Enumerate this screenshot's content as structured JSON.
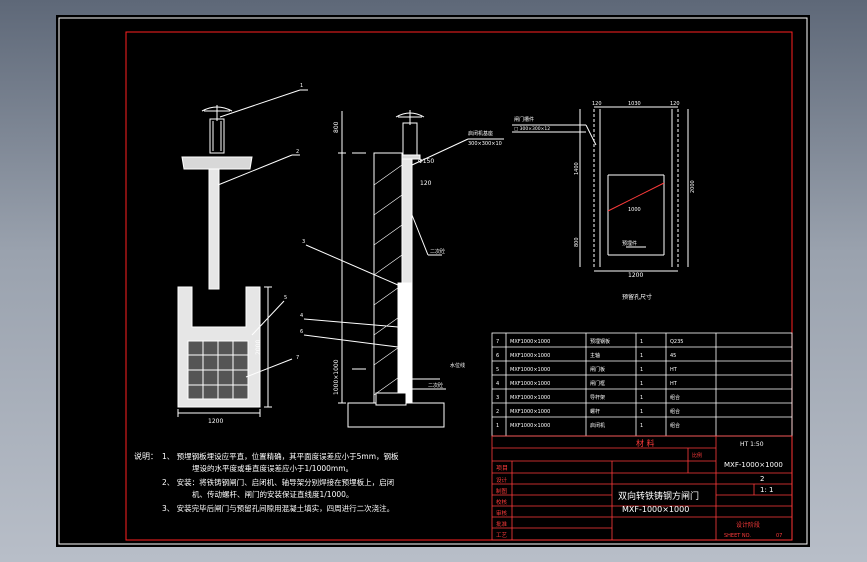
{
  "drawing": {
    "leader_labels": [
      "1",
      "2",
      "3",
      "4",
      "5",
      "6",
      "7"
    ],
    "left_view": {
      "width_dim": "1200",
      "height_dim": "2000"
    },
    "section_view": {
      "top_dim": "800",
      "dia_label": "Φ150",
      "dim_120": "120",
      "annot_top": "启闭机基座",
      "annot_top2": "300×300×10",
      "annot_mid": "二次砼",
      "annot_water": "水位线",
      "annot_bottom": "二次砼",
      "vertical_dim": "1000×1000"
    },
    "right_view": {
      "dims_top": [
        "120",
        "1030",
        "120"
      ],
      "dims_side": [
        "1400",
        "800",
        "2000"
      ],
      "dim_bottom": "1200",
      "dim_inner": "1000",
      "annot_1": "闸门槽件",
      "annot_1b": "□ 300×300×12",
      "annot_2": "预埋件",
      "caption": "预留孔尺寸"
    },
    "notes": {
      "prefix": "说明：",
      "lines": [
        "1、 预埋钢板埋设应平直，位置精确，其平面度误差应小于5mm，钢板",
        "埋设的水平度或垂直度误差应小于1/1000mm。",
        "2、 安装：将铁铸钢闸门、启闭机、轴导架分别焊接在预埋板上，启闭",
        "机、传动螺杆、闸门的安装保证直线度1/1000。",
        "3、 安装完毕后闸门与预留孔间隙用混凝土填实，四周进行二次浇注。"
      ]
    },
    "title_block": {
      "materials_header": "材 料",
      "ratio_label": "比例",
      "scale_text": "HT 1:50",
      "model": "MXF-1000×1000",
      "name_line1": "双向转铁铸钢方闸门",
      "name_line2": "MXF-1000×1000",
      "qty": "2",
      "scale": "1: 1",
      "project_label": "项目",
      "tag": "设计阶段",
      "sheet_code": "SHEET NO.",
      "sheet_num": "07",
      "roles": [
        "设计",
        "制图",
        "校核",
        "审核",
        "批准",
        "工艺"
      ]
    },
    "bom_rows": [
      [
        "1",
        "MXF1000×1000",
        "启闭机",
        "1",
        "组合"
      ],
      [
        "2",
        "MXF1000×1000",
        "螺杆",
        "1",
        "组合"
      ],
      [
        "3",
        "MXF1000×1000",
        "导杆架",
        "1",
        "组合"
      ],
      [
        "4",
        "MXF1000×1000",
        "闸门框",
        "1",
        "HT"
      ],
      [
        "5",
        "MXF1000×1000",
        "闸门板",
        "1",
        "HT"
      ],
      [
        "6",
        "MXF1000×1000",
        "主轴",
        "1",
        "45"
      ],
      [
        "7",
        "MXF1000×1000",
        "预埋钢板",
        "1",
        "Q235"
      ]
    ]
  }
}
